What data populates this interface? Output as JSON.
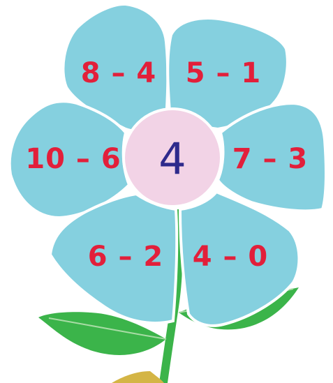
{
  "center_value": "4",
  "petals": [
    {
      "id": "top-left",
      "expression": "8 – 4"
    },
    {
      "id": "top-right",
      "expression": "5 – 1"
    },
    {
      "id": "left",
      "expression": "10 – 6"
    },
    {
      "id": "right",
      "expression": "7 – 3"
    },
    {
      "id": "bottom-left",
      "expression": "6 – 2"
    },
    {
      "id": "bottom-right",
      "expression": "4 – 0"
    }
  ],
  "colors": {
    "petal": "#85d0df",
    "petal_edge": "#ffffff",
    "center": "#f2d3e6",
    "center_text": "#2e2a8c",
    "petal_text": "#e21f3a",
    "leaf": "#3bb44a",
    "leaf_vein": "#a8dca5",
    "pot": "#d4b545"
  }
}
